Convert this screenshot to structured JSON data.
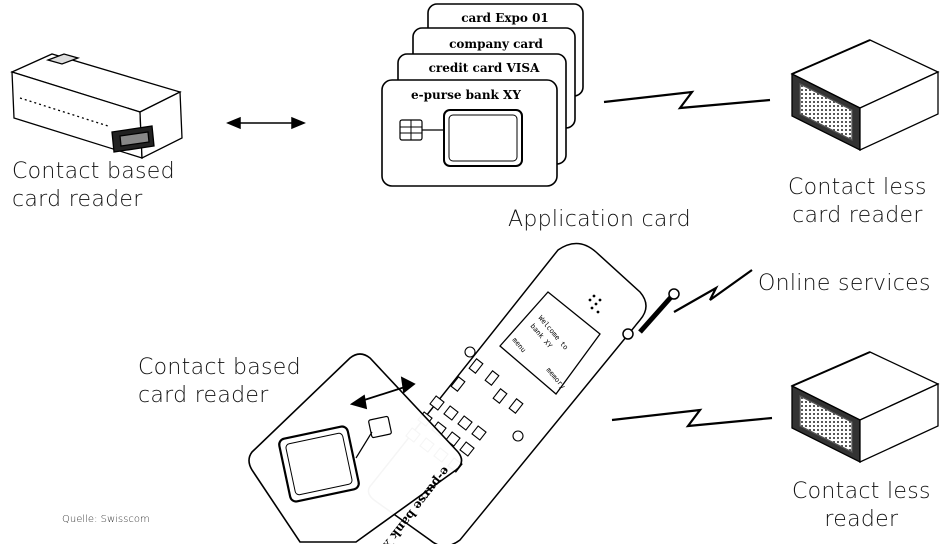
{
  "labels": {
    "contact_reader_top": "Contact based\ncard reader",
    "application_card": "Application card",
    "contactless_reader_top": "Contact less\ncard reader",
    "online_services": "Online services",
    "contact_reader_bottom": "Contact based\ncard reader",
    "contactless_reader_bottom": "Contact less\nreader",
    "source": "Quelle: Swisscom"
  },
  "cards": [
    "card Expo 01",
    "company card",
    "credit card VISA",
    "e-purse bank XY"
  ],
  "phone": {
    "screen_lines": [
      "Welcome to",
      "bank XY"
    ],
    "menu_label": "menu",
    "memory_label": "memory",
    "inserted_card_label": "e-purse bank XY"
  }
}
